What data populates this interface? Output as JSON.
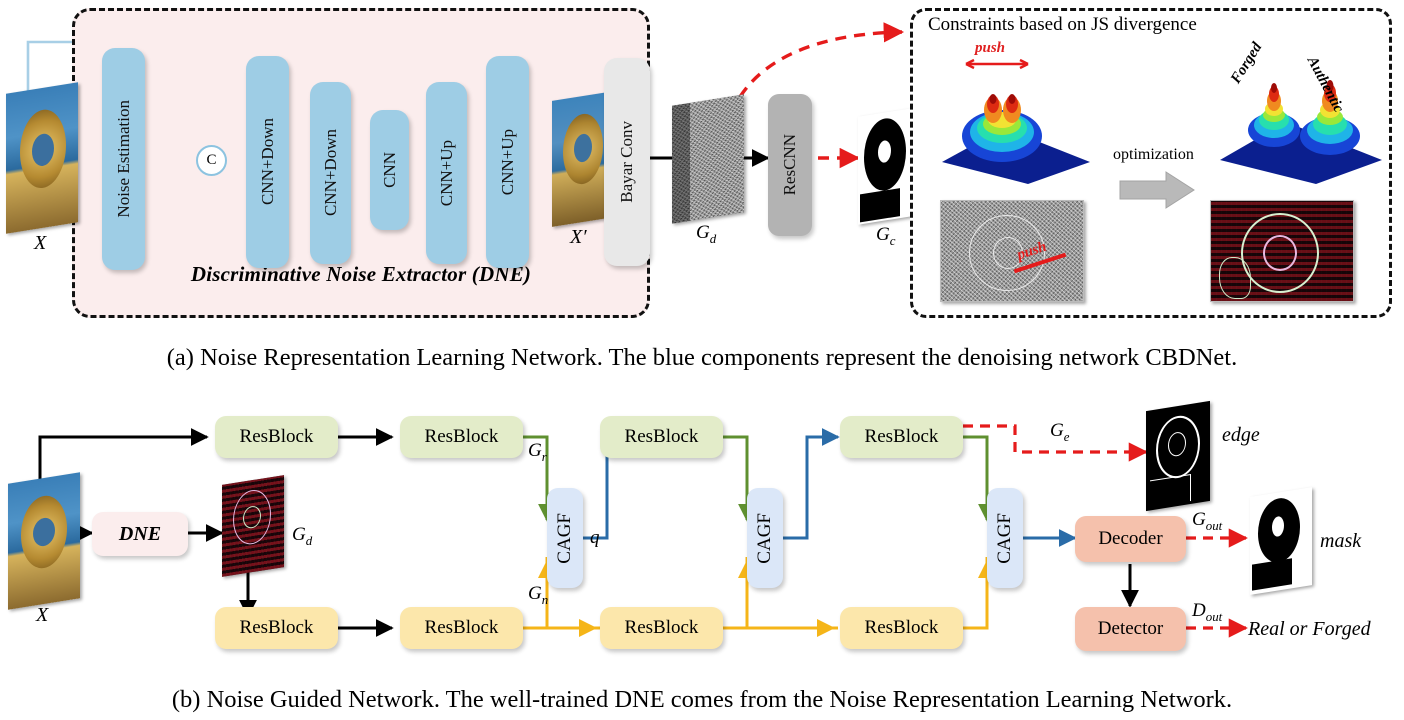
{
  "panel_a": {
    "dne_label": "Discriminative Noise Extractor (DNE)",
    "blocks": {
      "noise_estimation": "Noise Estimation",
      "cnn_down_1": "CNN+Down",
      "cnn_down_2": "CNN+Down",
      "cnn": "CNN",
      "cnn_up_1": "CNN+Up",
      "cnn_up_2": "CNN+Up",
      "bayar_conv": "Bayar Conv",
      "rescnn": "ResCNN",
      "concat": "C"
    },
    "labels": {
      "input_x": "X",
      "denoised_x": "X′",
      "gd": "G",
      "gd_sub": "d",
      "gc": "G",
      "gc_sub": "c"
    },
    "js_box": {
      "title": "Constraints based on JS divergence",
      "push": "push",
      "optimization": "optimization",
      "forged": "Forged",
      "authentic": "Authentic",
      "noise_push": "push"
    },
    "caption": "(a) Noise Representation Learning Network. The blue components represent the denoising network CBDNet."
  },
  "panel_b": {
    "blocks": {
      "dne": "DNE",
      "resblock": "ResBlock",
      "cagf": "CAGF",
      "decoder": "Decoder",
      "detector": "Detector"
    },
    "top_resblocks": [
      "ResBlock",
      "ResBlock",
      "ResBlock",
      "ResBlock"
    ],
    "bottom_resblocks": [
      "ResBlock",
      "ResBlock",
      "ResBlock",
      "ResBlock"
    ],
    "cagf_blocks": [
      "CAGF",
      "CAGF",
      "CAGF"
    ],
    "labels": {
      "input_x": "X",
      "gd": "G",
      "gd_sub": "d",
      "gr": "G",
      "gr_sub": "r",
      "gn": "G",
      "gn_sub": "n",
      "q": "q",
      "ge": "G",
      "ge_sub": "e",
      "gout": "G",
      "gout_sub": "out",
      "dout": "D",
      "dout_sub": "out",
      "edge": "edge",
      "mask": "mask",
      "real_or_forged": "Real or Forged"
    },
    "caption": "(b) Noise Guided Network. The well-trained DNE comes from the Noise Representation Learning Network."
  },
  "colors": {
    "blue_block": "#9ecde5",
    "dne_pink": "#fbeded",
    "grey_block": "#e8e8e8",
    "dark_grey_block": "#b3b3b3",
    "resblock_green": "#e3ecc9",
    "resblock_yellow": "#fce7ab",
    "cagf_blue": "#dbe7f8",
    "decoder_salmon": "#f5c1ac",
    "arrow_red": "#e51b1b",
    "arrow_green": "#5f9030",
    "arrow_yellow": "#f5b518",
    "arrow_blue": "#2a6ca8",
    "skip_blue": "#a8cfe6"
  }
}
